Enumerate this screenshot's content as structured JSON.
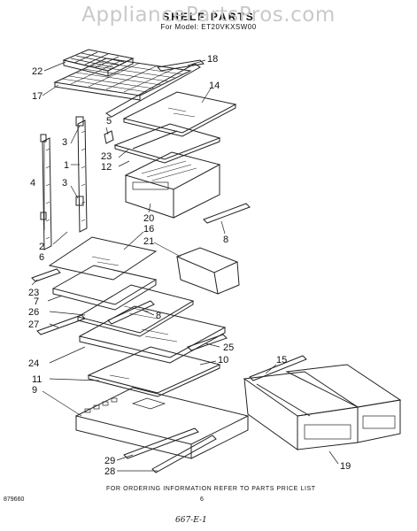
{
  "header": {
    "watermark": "AppliancePartsPros.com",
    "title": "SHELF PARTS",
    "subtitle": "For Model: ET20VKXSW00"
  },
  "callouts": [
    "22",
    "17",
    "18",
    "14",
    "5",
    "3",
    "1",
    "3",
    "4",
    "23",
    "12",
    "20",
    "8",
    "2",
    "6",
    "16",
    "21",
    "23",
    "7",
    "26",
    "8",
    "27",
    "24",
    "25",
    "10",
    "11",
    "15",
    "9",
    "29",
    "28",
    "19"
  ],
  "footer": {
    "ordering_note": "FOR ORDERING INFORMATION REFER TO PARTS PRICE LIST",
    "drawing_code": "879660",
    "page_number": "6",
    "handwritten_note": "667-E-1"
  }
}
